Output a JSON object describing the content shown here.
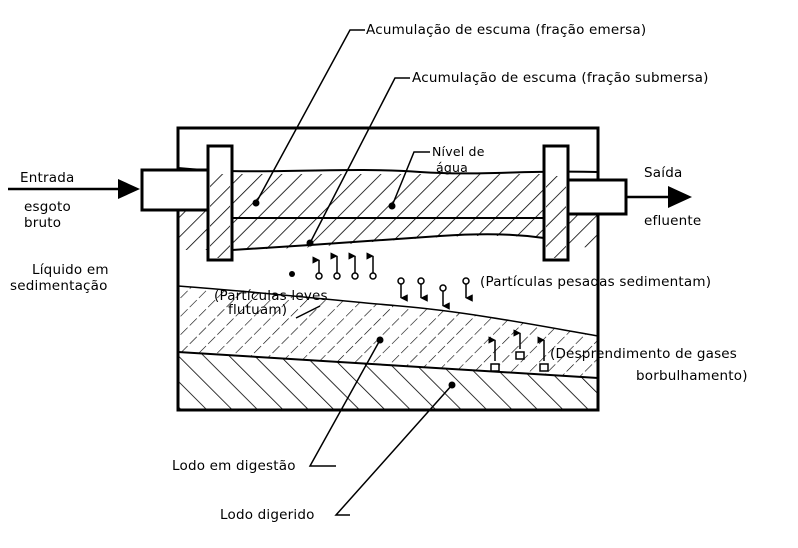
{
  "labels": {
    "foam_emerged": "Acumulação de escuma (fração emersa)",
    "foam_submerged": "Acumulação de escuma (fração submersa)",
    "water_level_1": "Nível de",
    "water_level_2": "água",
    "inlet": "Entrada",
    "raw_1": "esgoto",
    "raw_2": "bruto",
    "outlet": "Saída",
    "effluent": "efluente",
    "settling_1": "Líquido em",
    "settling_2": "sedimentação",
    "light_1": "(Partículas  leves",
    "light_2": "flutuam)",
    "heavy": "(Partículas pesadas sedimentam)",
    "gas_1": "(Desprendimento de gases",
    "gas_2": "borbulhamento)",
    "digesting": "Lodo em digestão",
    "digested": "Lodo digerido"
  },
  "colors": {
    "ink": "#000000",
    "paper": "#ffffff"
  }
}
